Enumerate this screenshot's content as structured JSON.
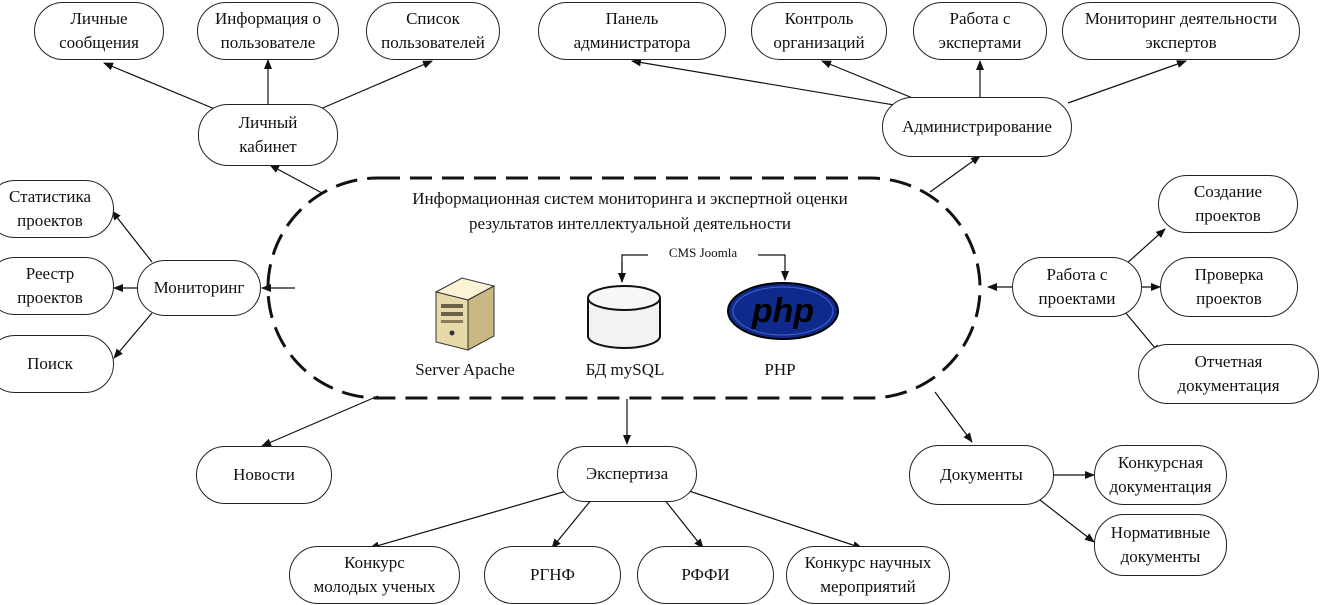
{
  "center": {
    "title": "Информационная систем мониторинга и экспертной оценки\nрезультатов интеллектуальной деятельности",
    "cms": "CMS Joomla",
    "server": "Server Apache",
    "db": "БД mySQL",
    "php": "PHP",
    "php_logo": "php"
  },
  "nodes": {
    "lichnye_soobsheniya": "Личные\nсообщения",
    "info_user": "Информация о\nпользователе",
    "spisok_users": "Список\nпользователей",
    "lichny_kabinet": "Личный\nкабинет",
    "panel_admin": "Панель\nадминистратора",
    "kontrol_org": "Контроль\nорганизаций",
    "rabota_experts": "Работа с\nэкспертами",
    "monitoring_experts": "Мониторинг деятельности\nэкспертов",
    "administrirovanie": "Администрирование",
    "statistika": "Статистика\nпроектов",
    "reestr": "Реестр\nпроектов",
    "poisk": "Поиск",
    "monitoring": "Мониторинг",
    "sozdanie": "Создание\nпроектов",
    "rabota_projects": "Работа с\nпроектами",
    "proverka": "Проверка\nпроектов",
    "otchetnaya": "Отчетная\nдокументация",
    "novosti": "Новости",
    "ekspertiza": "Экспертиза",
    "dokumenty": "Документы",
    "konkursnaya": "Конкурсная\nдокументация",
    "normativnye": "Нормативные\nдокументы",
    "konkurs_young": "Конкурс\nмолодых ученых",
    "rgnf": "РГНФ",
    "rffi": "РФФИ",
    "konkurs_events": "Конкурс научных\nмероприятий"
  }
}
